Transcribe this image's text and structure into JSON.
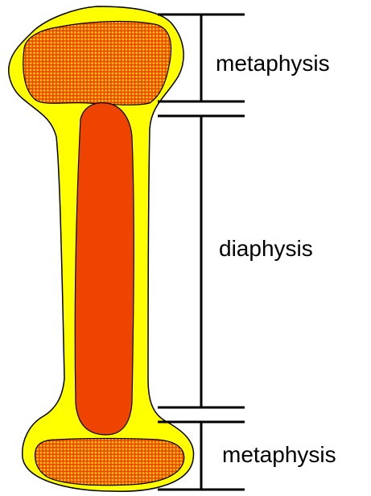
{
  "diagram": {
    "labels": {
      "top_region": "metaphysis",
      "middle_region": "diaphysis",
      "bottom_region": "metaphysis"
    },
    "colors": {
      "cortical_bone": "#ffff00",
      "marrow_cavity": "#ee4400",
      "spongy_bone_base": "#ee4400",
      "spongy_bone_dots": "#ffd000",
      "outline": "#000000",
      "background": "#ffffff"
    }
  }
}
